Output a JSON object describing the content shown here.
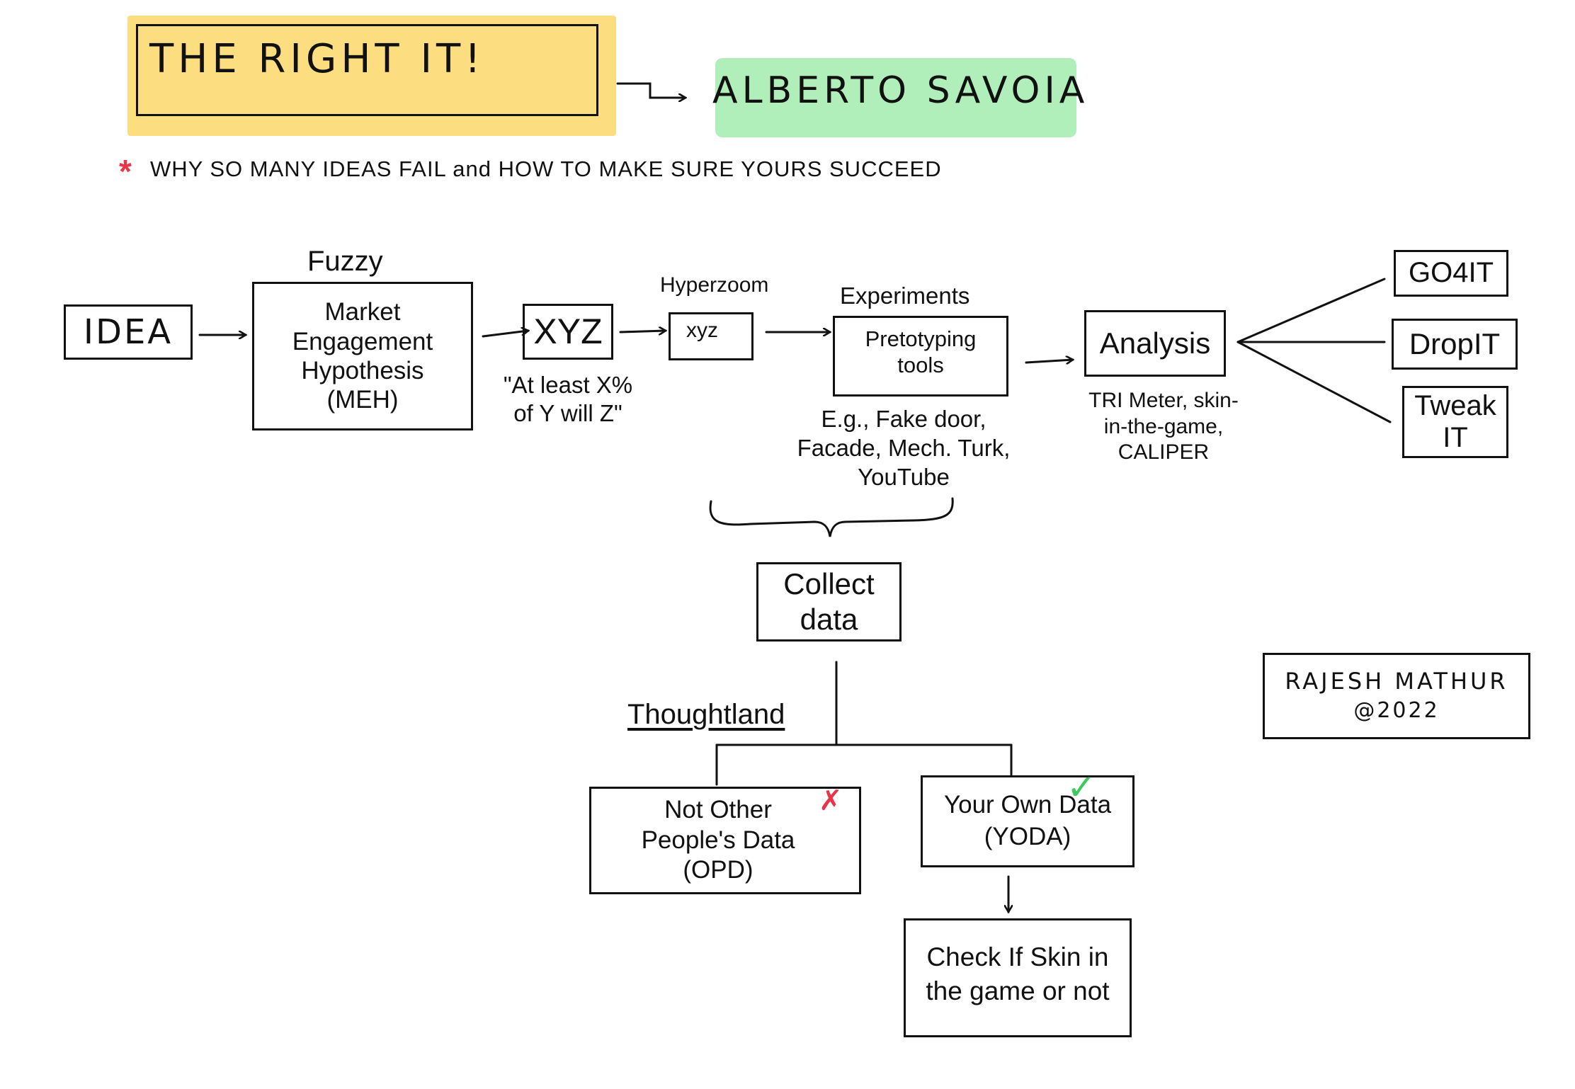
{
  "header": {
    "book_title": "THE RIGHT IT!",
    "author": "ALBERTO SAVOIA",
    "asterisk": "*",
    "subtitle": "WHY SO MANY IDEAS FAIL and HOW TO MAKE SURE YOURS SUCCEED",
    "highlight_title_color": "#FBD86A",
    "highlight_author_color": "#A9EDB3"
  },
  "flow": {
    "idea": "IDEA",
    "fuzzy_label": "Fuzzy",
    "meh_box": "Market\nEngagement\nHypothesis\n(MEH)",
    "xyz_big": "XYZ",
    "xyz_note": "\"At least X%\nof Y will Z\"",
    "hyperzoom_label": "Hyperzoom",
    "xyz_small": "xyz",
    "experiments_label": "Experiments",
    "pretotyping_box": "Pretotyping\ntools",
    "pretotyping_examples": "E.g., Fake door,\nFacade, Mech. Turk,\nYouTube",
    "analysis_box": "Analysis",
    "analysis_note": "TRI Meter, skin-\nin-the-game,\nCALIPER",
    "outcomes": [
      "GO4IT",
      "DropIT",
      "Tweak\nIT"
    ]
  },
  "data_branch": {
    "collect_box": "Collect\ndata",
    "thoughtland_label": "Thoughtland",
    "opd_box": "Not Other\nPeople's Data\n(OPD)",
    "yoda_box": "Your Own Data\n(YODA)",
    "check_box": "Check If Skin in\nthe game or not",
    "cross_mark": "✗",
    "cross_color": "#E8354A",
    "check_mark": "✓",
    "check_color": "#3DC95B"
  },
  "signature": {
    "name": "RAJESH MATHUR",
    "year": "@2022"
  }
}
